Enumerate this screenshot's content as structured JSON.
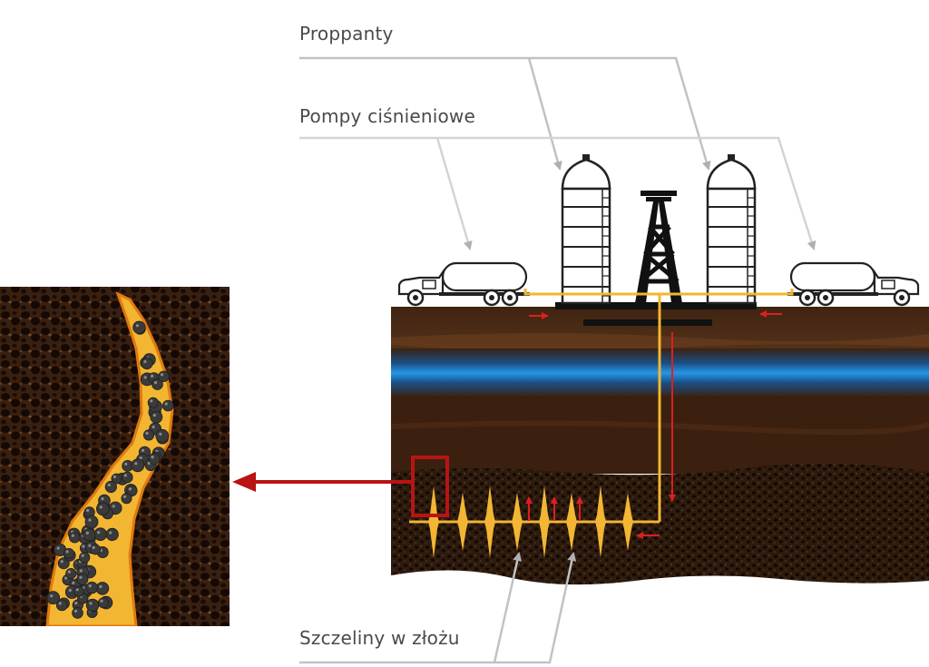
{
  "labels": {
    "proppants": "Proppanty",
    "pumps": "Pompy ciśnieniowe",
    "fractures": "Szczeliny w złożu"
  },
  "colors": {
    "pipe": "#f2b632",
    "flow_arrow": "#dd1f1f",
    "callout": "#b81414",
    "soil_top": "#4a2a14",
    "soil_mid": "#3c200f",
    "aquifer": "#1e86d8",
    "shale": "#2a1a0e",
    "leader": "#bdbdbd",
    "proppant_grain": "#3a3a3a"
  },
  "icons": [
    "tanker-truck-icon",
    "proppant-silo-icon",
    "drilling-rig-icon"
  ]
}
